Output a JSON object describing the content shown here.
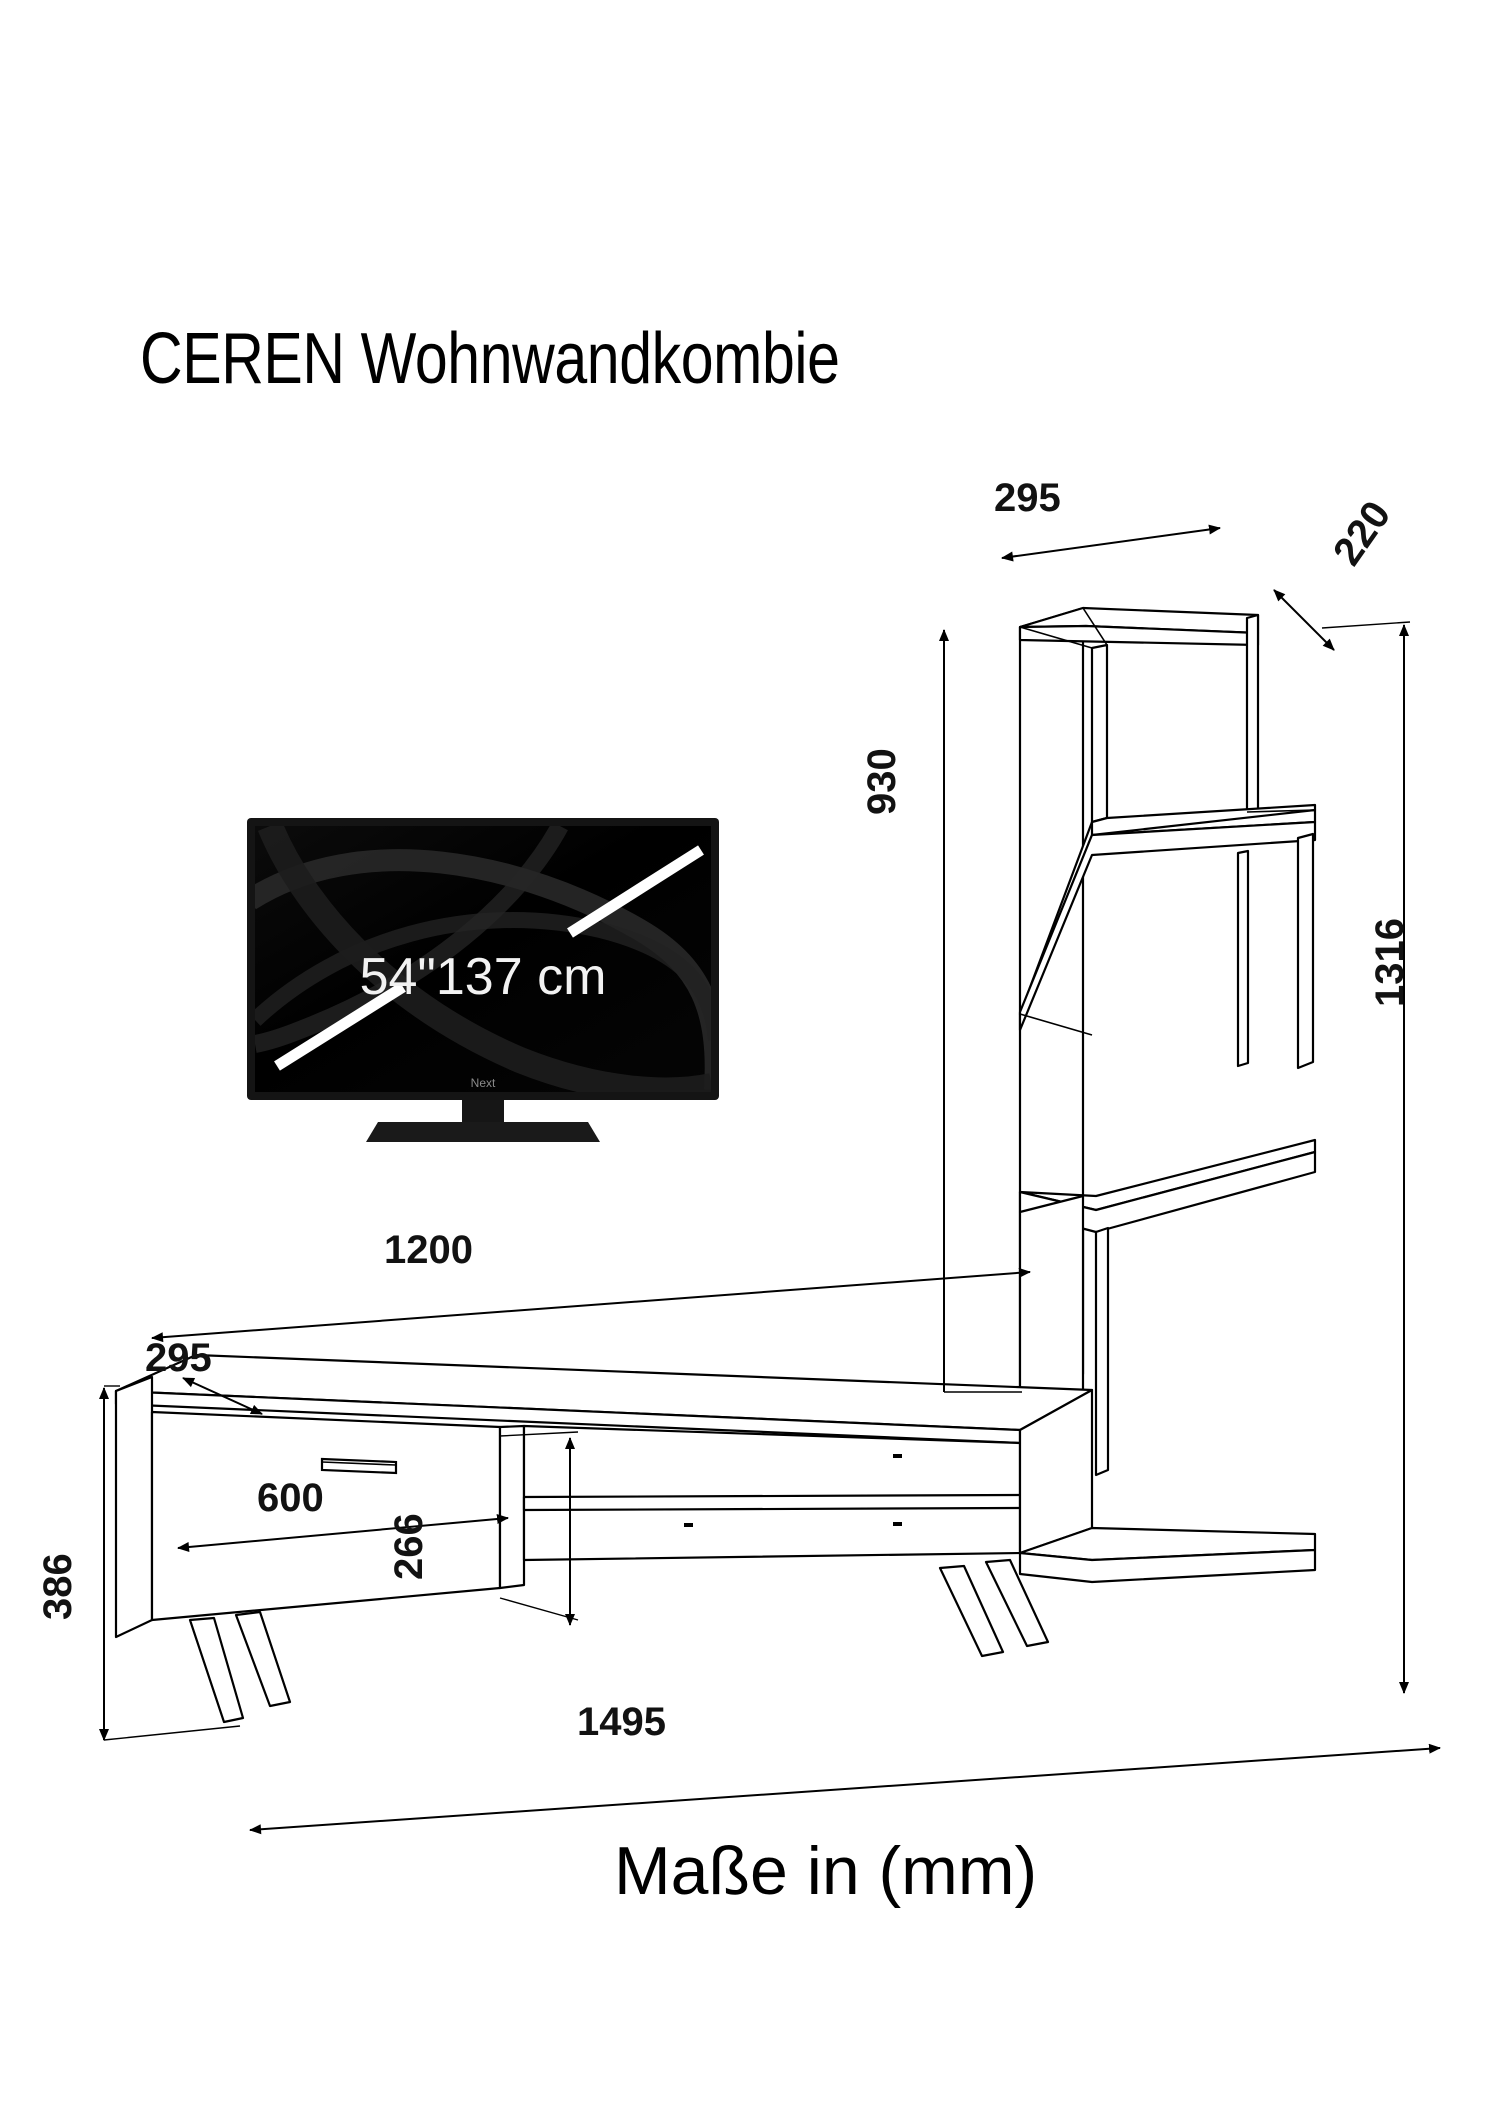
{
  "document": {
    "title": "CEREN Wohnwandkombie",
    "units_note": "Maße in (mm)"
  },
  "tv": {
    "screen_label": "54\"137 cm",
    "brand_mark": "Next",
    "bezel_color": "#111111",
    "screen_color": "#000000",
    "diagonal_line_color": "#ffffff"
  },
  "dimensions": {
    "shelf_top_width": "295",
    "shelf_depth": "220",
    "shelf_height": "930",
    "total_height": "1316",
    "cabinet_depth": "295",
    "cabinet_top_width": "1200",
    "drawer_width": "600",
    "drawer_height": "266",
    "cabinet_height": "386",
    "total_width": "1495"
  },
  "drawing": {
    "line_color": "#000000",
    "fill_color": "#ffffff",
    "arrow_color": "#000000"
  }
}
